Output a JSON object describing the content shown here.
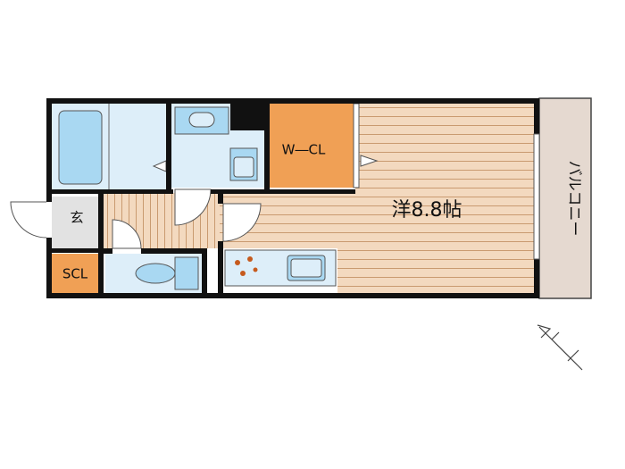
{
  "rooms": {
    "western": "洋8.8帖",
    "walk_in_closet": "W―CL",
    "balcony": "バルコニー",
    "entrance": "玄",
    "shoe_closet": "SCL"
  },
  "colors": {
    "wall": "#111111",
    "floor_wood": "#f3d9bf",
    "floor_stripe": "#c99a70",
    "closet": "#f0a055",
    "wet_area": "#ddeef9",
    "fixture": "#a9d8f2",
    "balcony": "#e5d9d0",
    "entrance_floor": "#e2e2e2"
  },
  "icons": [
    "bathtub-icon",
    "washbasin-icon",
    "washing-machine-icon",
    "toilet-icon",
    "stove-icon",
    "sink-icon",
    "door-icon",
    "north-arrow-icon"
  ]
}
